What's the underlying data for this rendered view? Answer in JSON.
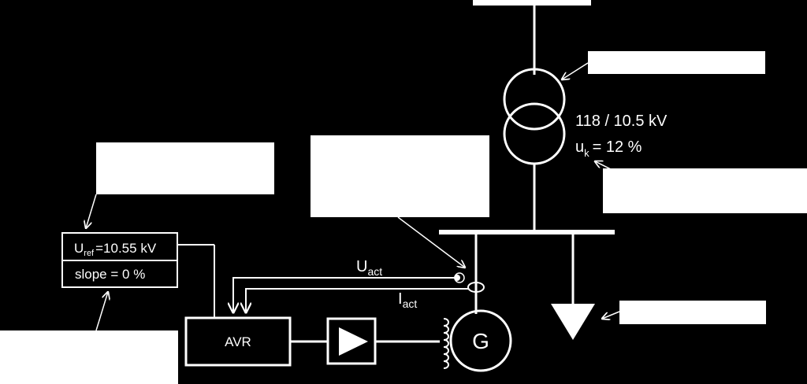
{
  "colors": {
    "background": "#000000",
    "line": "#ffffff",
    "callout_box": "#ffffff"
  },
  "transformer": {
    "ratio": "118 / 10.5 kV",
    "uk_symbol": "u",
    "uk_subscript": "k",
    "uk_value": "= 12 %"
  },
  "controller": {
    "uref_symbol": "U",
    "uref_subscript": "ref",
    "uref_value": "=10.55 kV",
    "slope": "slope = 0 %"
  },
  "avr": {
    "label": "AVR"
  },
  "generator": {
    "label": "G"
  },
  "signals": {
    "voltage_symbol": "U",
    "voltage_subscript": "act",
    "current_symbol": "I",
    "current_subscript": "act"
  },
  "icons": {
    "amplifier": "triangle-amplifier-icon",
    "load": "load-arrow-icon",
    "transformer": "two-winding-transformer-icon",
    "excitation": "field-winding-coil-icon"
  }
}
